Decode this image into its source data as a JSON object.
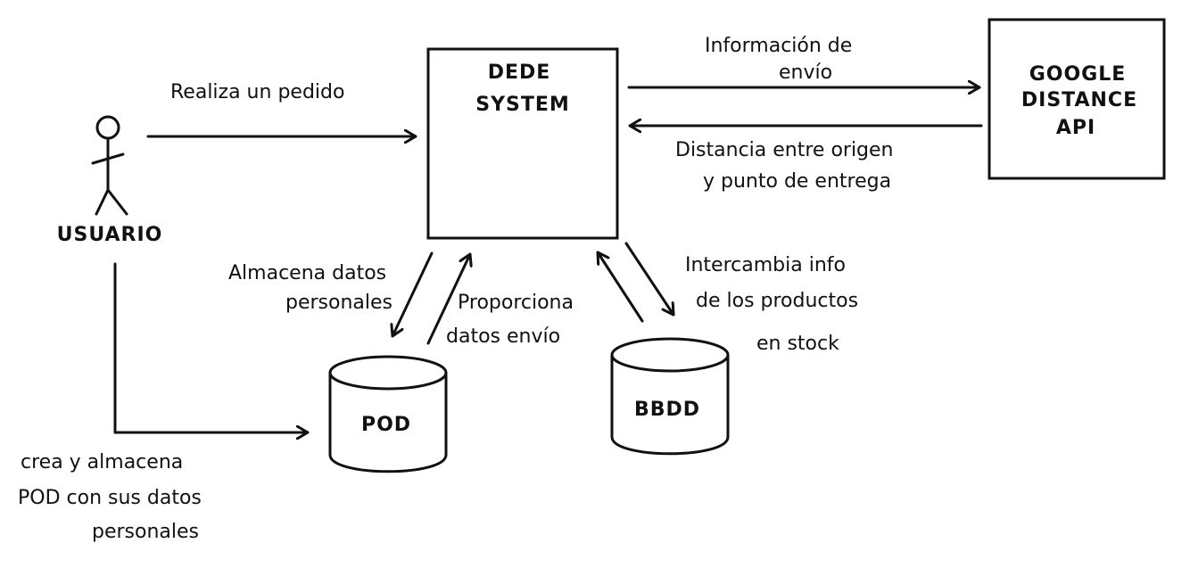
{
  "nodes": {
    "usuario": "USUARIO",
    "dede_line1": "DEDE",
    "dede_line2": "SYSTEM",
    "google_line1": "GOOGLE",
    "google_line2": "DISTANCE",
    "google_line3": "API",
    "pod": "POD",
    "bbdd": "BBDD"
  },
  "edges": {
    "realiza_pedido": "Realiza un pedido",
    "info_envio_line1": "Información de",
    "info_envio_line2": "envío",
    "distancia_line1": "Distancia entre origen",
    "distancia_line2": "y punto de entrega",
    "almacena_line1": "Almacena datos",
    "almacena_line2": "personales",
    "proporciona_line1": "Proporciona",
    "proporciona_line2": "datos envío",
    "intercambia_line1": "Intercambia info",
    "intercambia_line2": "de los productos",
    "intercambia_line3": "en stock",
    "crea_line1": "crea y almacena",
    "crea_line2": "POD con sus datos",
    "crea_line3": "personales"
  }
}
